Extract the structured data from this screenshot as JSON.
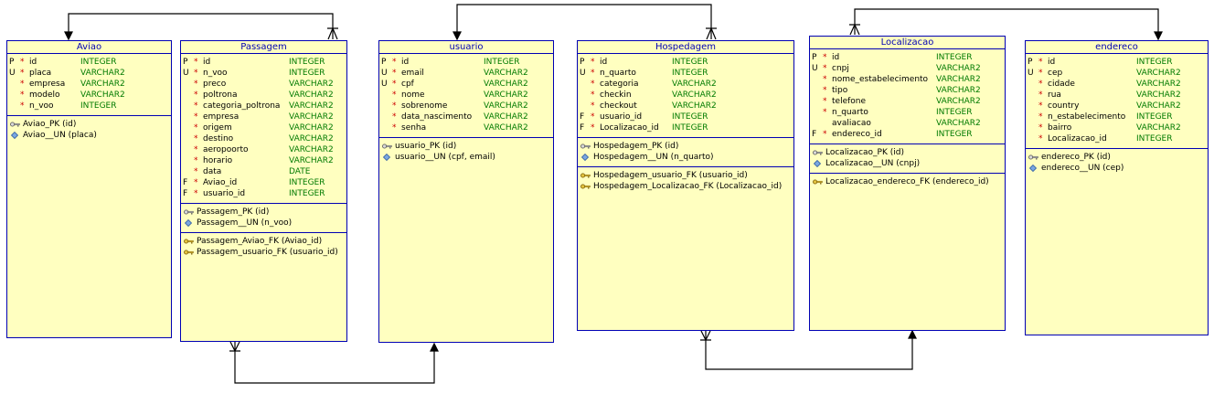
{
  "entities": {
    "aviao": {
      "name": "Aviao",
      "columns": [
        {
          "flag": "P",
          "req": "*",
          "name": "id",
          "type": "INTEGER"
        },
        {
          "flag": "U",
          "req": "*",
          "name": "placa",
          "type": "VARCHAR2"
        },
        {
          "flag": "",
          "req": "*",
          "name": "empresa",
          "type": "VARCHAR2"
        },
        {
          "flag": "",
          "req": "*",
          "name": "modelo",
          "type": "VARCHAR2"
        },
        {
          "flag": "",
          "req": "*",
          "name": "n_voo",
          "type": "INTEGER"
        }
      ],
      "keys": [
        {
          "icon": "primary-key-icon",
          "text": "Aviao_PK (id)"
        },
        {
          "icon": "unique-key-icon",
          "text": "Aviao__UN (placa)"
        }
      ],
      "fks": []
    },
    "passagem": {
      "name": "Passagem",
      "columns": [
        {
          "flag": "P",
          "req": "*",
          "name": "id",
          "type": "INTEGER"
        },
        {
          "flag": "U",
          "req": "*",
          "name": "n_voo",
          "type": "INTEGER"
        },
        {
          "flag": "",
          "req": "*",
          "name": "preco",
          "type": "VARCHAR2"
        },
        {
          "flag": "",
          "req": "*",
          "name": "poltrona",
          "type": "VARCHAR2"
        },
        {
          "flag": "",
          "req": "*",
          "name": "categoria_poltrona",
          "type": "VARCHAR2"
        },
        {
          "flag": "",
          "req": "*",
          "name": "empresa",
          "type": "VARCHAR2"
        },
        {
          "flag": "",
          "req": "*",
          "name": "origem",
          "type": "VARCHAR2"
        },
        {
          "flag": "",
          "req": "*",
          "name": "destino",
          "type": "VARCHAR2"
        },
        {
          "flag": "",
          "req": "*",
          "name": "aeropoorto",
          "type": "VARCHAR2"
        },
        {
          "flag": "",
          "req": "*",
          "name": "horario",
          "type": "VARCHAR2"
        },
        {
          "flag": "",
          "req": "*",
          "name": "data",
          "type": "DATE"
        },
        {
          "flag": "F",
          "req": "*",
          "name": "Aviao_id",
          "type": "INTEGER"
        },
        {
          "flag": "F",
          "req": "*",
          "name": "usuario_id",
          "type": "INTEGER"
        }
      ],
      "keys": [
        {
          "icon": "primary-key-icon",
          "text": "Passagem_PK (id)"
        },
        {
          "icon": "unique-key-icon",
          "text": "Passagem__UN (n_voo)"
        }
      ],
      "fks": [
        {
          "icon": "foreign-key-icon",
          "text": "Passagem_Aviao_FK (Aviao_id)"
        },
        {
          "icon": "foreign-key-icon",
          "text": "Passagem_usuario_FK (usuario_id)"
        }
      ]
    },
    "usuario": {
      "name": "usuario",
      "columns": [
        {
          "flag": "P",
          "req": "*",
          "name": "id",
          "type": "INTEGER"
        },
        {
          "flag": "U",
          "req": "*",
          "name": "email",
          "type": "VARCHAR2"
        },
        {
          "flag": "U",
          "req": "*",
          "name": "cpf",
          "type": "VARCHAR2"
        },
        {
          "flag": "",
          "req": "*",
          "name": "nome",
          "type": "VARCHAR2"
        },
        {
          "flag": "",
          "req": "*",
          "name": "sobrenome",
          "type": "VARCHAR2"
        },
        {
          "flag": "",
          "req": "*",
          "name": "data_nascimento",
          "type": "VARCHAR2"
        },
        {
          "flag": "",
          "req": "*",
          "name": "senha",
          "type": "VARCHAR2"
        }
      ],
      "keys": [
        {
          "icon": "primary-key-icon",
          "text": "usuario_PK (id)"
        },
        {
          "icon": "unique-key-icon",
          "text": "usuario__UN (cpf, email)"
        }
      ],
      "fks": []
    },
    "hospedagem": {
      "name": "Hospedagem",
      "columns": [
        {
          "flag": "P",
          "req": "*",
          "name": "id",
          "type": "INTEGER"
        },
        {
          "flag": "U",
          "req": "*",
          "name": "n_quarto",
          "type": "INTEGER"
        },
        {
          "flag": "",
          "req": "*",
          "name": "categoria",
          "type": "VARCHAR2"
        },
        {
          "flag": "",
          "req": "*",
          "name": "checkin",
          "type": "VARCHAR2"
        },
        {
          "flag": "",
          "req": "*",
          "name": "checkout",
          "type": "VARCHAR2"
        },
        {
          "flag": "F",
          "req": "*",
          "name": "usuario_id",
          "type": "INTEGER"
        },
        {
          "flag": "F",
          "req": "*",
          "name": "Localizacao_id",
          "type": "INTEGER"
        }
      ],
      "keys": [
        {
          "icon": "primary-key-icon",
          "text": "Hospedagem_PK (id)"
        },
        {
          "icon": "unique-key-icon",
          "text": "Hospedagem__UN (n_quarto)"
        }
      ],
      "fks": [
        {
          "icon": "foreign-key-icon",
          "text": "Hospedagem_usuario_FK (usuario_id)"
        },
        {
          "icon": "foreign-key-icon",
          "text": "Hospedagem_Localizacao_FK (Localizacao_id)"
        }
      ]
    },
    "localizacao": {
      "name": "Localizacao",
      "columns": [
        {
          "flag": "P",
          "req": "*",
          "name": "id",
          "type": "INTEGER"
        },
        {
          "flag": "U",
          "req": "*",
          "name": "cnpj",
          "type": "VARCHAR2"
        },
        {
          "flag": "",
          "req": "*",
          "name": "nome_estabelecimento",
          "type": "VARCHAR2"
        },
        {
          "flag": "",
          "req": "*",
          "name": "tipo",
          "type": "VARCHAR2"
        },
        {
          "flag": "",
          "req": "*",
          "name": "telefone",
          "type": "VARCHAR2"
        },
        {
          "flag": "",
          "req": "*",
          "name": "n_quarto",
          "type": "INTEGER"
        },
        {
          "flag": "",
          "req": "",
          "name": "avaliacao",
          "type": "VARCHAR2"
        },
        {
          "flag": "F",
          "req": "*",
          "name": "endereco_id",
          "type": "INTEGER"
        }
      ],
      "keys": [
        {
          "icon": "primary-key-icon",
          "text": "Localizacao_PK (id)"
        },
        {
          "icon": "unique-key-icon",
          "text": "Localizacao__UN (cnpj)"
        }
      ],
      "fks": [
        {
          "icon": "foreign-key-icon",
          "text": "Localizacao_endereco_FK (endereco_id)"
        }
      ]
    },
    "endereco": {
      "name": "endereco",
      "columns": [
        {
          "flag": "P",
          "req": "*",
          "name": "id",
          "type": "INTEGER"
        },
        {
          "flag": "U",
          "req": "*",
          "name": "cep",
          "type": "VARCHAR2"
        },
        {
          "flag": "",
          "req": "*",
          "name": "cidade",
          "type": "VARCHAR2"
        },
        {
          "flag": "",
          "req": "*",
          "name": "rua",
          "type": "VARCHAR2"
        },
        {
          "flag": "",
          "req": "*",
          "name": "country",
          "type": "VARCHAR2"
        },
        {
          "flag": "",
          "req": "*",
          "name": "n_estabelecimento",
          "type": "INTEGER"
        },
        {
          "flag": "",
          "req": "*",
          "name": "bairro",
          "type": "VARCHAR2"
        },
        {
          "flag": "",
          "req": "*",
          "name": "Localizacao_id",
          "type": "INTEGER"
        }
      ],
      "keys": [
        {
          "icon": "primary-key-icon",
          "text": "endereco_PK (id)"
        },
        {
          "icon": "unique-key-icon",
          "text": "endereco__UN (cep)"
        }
      ],
      "fks": []
    }
  },
  "colors": {
    "entity_fill": "#ffffc0",
    "entity_border": "#0000b4",
    "title_text": "#0000b4",
    "type_text": "#007a00",
    "required_star": "#cc0000",
    "relationship_line": "#000000"
  }
}
